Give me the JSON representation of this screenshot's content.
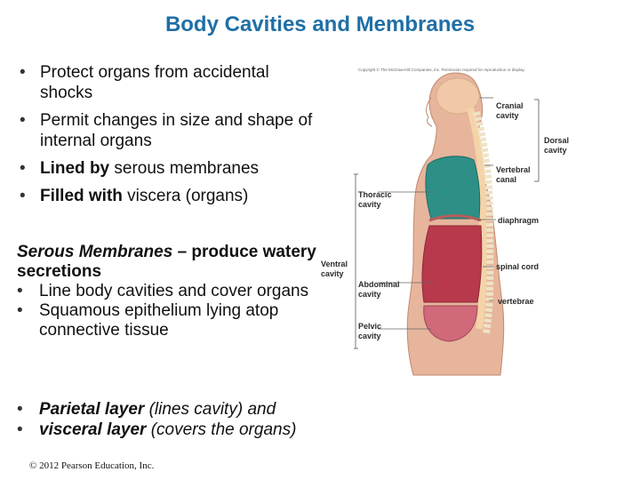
{
  "title": "Body Cavities and Membranes",
  "bullets": [
    {
      "text": "Protect organs from accidental shocks"
    },
    {
      "text": "Permit changes in size and shape of internal organs"
    },
    {
      "bold": "Lined by",
      "text": " serous membranes"
    },
    {
      "bold": "Filled with",
      "text": " viscera (organs)"
    }
  ],
  "serous": {
    "heading_italic": "Serous Membranes",
    "heading_rest": " – produce watery secretions",
    "items": [
      "Line body cavities and cover organs",
      "Squamous epithelium lying atop connective tissue"
    ]
  },
  "layers": [
    {
      "term": "Parietal layer",
      "desc": " (lines cavity) and"
    },
    {
      "term": "visceral layer",
      "desc": " (covers the organs)"
    }
  ],
  "copyright": "© 2012 Pearson Education, Inc.",
  "figure": {
    "copyright_line": "Copyright © The McGraw-Hill Companies, Inc. Permission required for reproduction or display.",
    "labels": {
      "cranial": "Cranial cavity",
      "dorsal": "Dorsal cavity",
      "vertebral": "Vertebral canal",
      "thoracic": "Thoracic cavity",
      "diaphragm": "diaphragm",
      "ventral": "Ventral cavity",
      "spinal_cord": "spinal cord",
      "abdominal": "Abdominal cavity",
      "vertebrae": "vertebrae",
      "pelvic": "Pelvic cavity"
    }
  }
}
